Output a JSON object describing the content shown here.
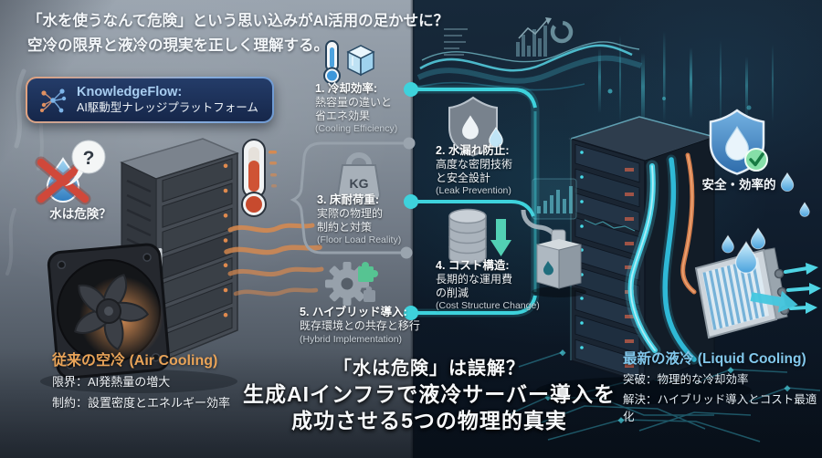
{
  "header": {
    "line1": "「水を使うなんて危険」という思い込みがAI活用の足かせに？",
    "line2": "空冷の限界と液冷の現実を正しく理解する。"
  },
  "brand": {
    "name": "KnowledgeFlow:",
    "tagline": "AI駆動型ナレッジプラットフォーム"
  },
  "left_panel": {
    "question_label": "水は危険？",
    "bubble_mark": "?",
    "footer": {
      "title": "従来の空冷 (Air Cooling)",
      "line1": "限界：AI発熱量の増大",
      "line2": "制約：設置密度とエネルギー効率"
    }
  },
  "right_panel": {
    "badge_label": "安全・効率的",
    "footer": {
      "title": "最新の液冷 (Liquid Cooling)",
      "line1": "突破：物理的な冷却効率",
      "line2": "解決：ハイブリッド導入とコスト最適化"
    }
  },
  "factors": [
    {
      "num": "1. 冷却効率:",
      "lines": [
        "熱容量の違いと",
        "省エネ効果"
      ],
      "en": "(Cooling Efficiency)",
      "icon": "thermometer-and-ice-cube"
    },
    {
      "num": "2. 水漏れ防止:",
      "lines": [
        "高度な密閉技術",
        "と安全設計"
      ],
      "en": "(Leak Prevention)",
      "icon": "shield-with-droplet"
    },
    {
      "num": "3. 床耐荷重:",
      "lines": [
        "実際の物理的",
        "制約と対策"
      ],
      "en": "(Floor Load Reality)",
      "icon": "kg-weight",
      "icon_label": "KG"
    },
    {
      "num": "4. コスト構造:",
      "lines": [
        "長期的な運用費",
        "の削減"
      ],
      "en": "(Cost Structure Change)",
      "icon": "database-with-down-arrow"
    },
    {
      "num": "5. ハイブリッド導入:",
      "lines": [
        "既存環境との共存と移行"
      ],
      "en": "(Hybrid Implementation)",
      "icon": "gear-and-puzzle"
    }
  ],
  "main_title": {
    "line1": "「水は危険」は誤解？",
    "line2": "生成AIインフラで液冷サーバー導入を",
    "line3": "成功させる5つの物理的真実"
  },
  "icons": {
    "brand": "network-flow-icon",
    "left_warning": "crossed-water-droplet-icon",
    "left_question": "question-bubble-icon",
    "left_heat": "hot-thermometer-icon",
    "right_badge": "shield-droplet-checkmark-icon"
  },
  "colors": {
    "accent_teal": "#3ed2dc",
    "accent_orange": "#e8a358",
    "accent_blue": "#82c8ec",
    "brand_panel": "#1c2f55",
    "status_green": "#86dfa8",
    "alert_red": "#d0483a"
  }
}
